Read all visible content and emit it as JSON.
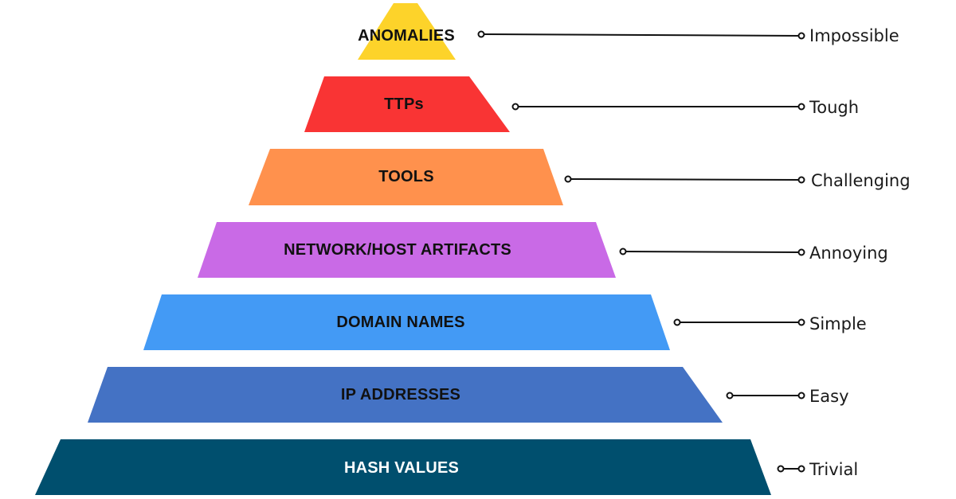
{
  "pyramid": {
    "tiers": [
      {
        "label": "ANOMALIES",
        "difficulty": "Impossible",
        "color": "#FDD32A",
        "text_color": "#111111"
      },
      {
        "label": "TTPs",
        "difficulty": "Tough",
        "color": "#F93434",
        "text_color": "#111111"
      },
      {
        "label": "TOOLS",
        "difficulty": "Challenging",
        "color": "#FF914D",
        "text_color": "#111111"
      },
      {
        "label": "NETWORK/HOST ARTIFACTS",
        "difficulty": "Annoying",
        "color": "#C96AE6",
        "text_color": "#111111"
      },
      {
        "label": "DOMAIN NAMES",
        "difficulty": "Simple",
        "color": "#439AF5",
        "text_color": "#111111"
      },
      {
        "label": "IP ADDRESSES",
        "difficulty": "Easy",
        "color": "#4472C4",
        "text_color": "#111111"
      },
      {
        "label": "HASH VALUES",
        "difficulty": "Trivial",
        "color": "#004F6E",
        "text_color": "#FFFFFF"
      }
    ]
  }
}
